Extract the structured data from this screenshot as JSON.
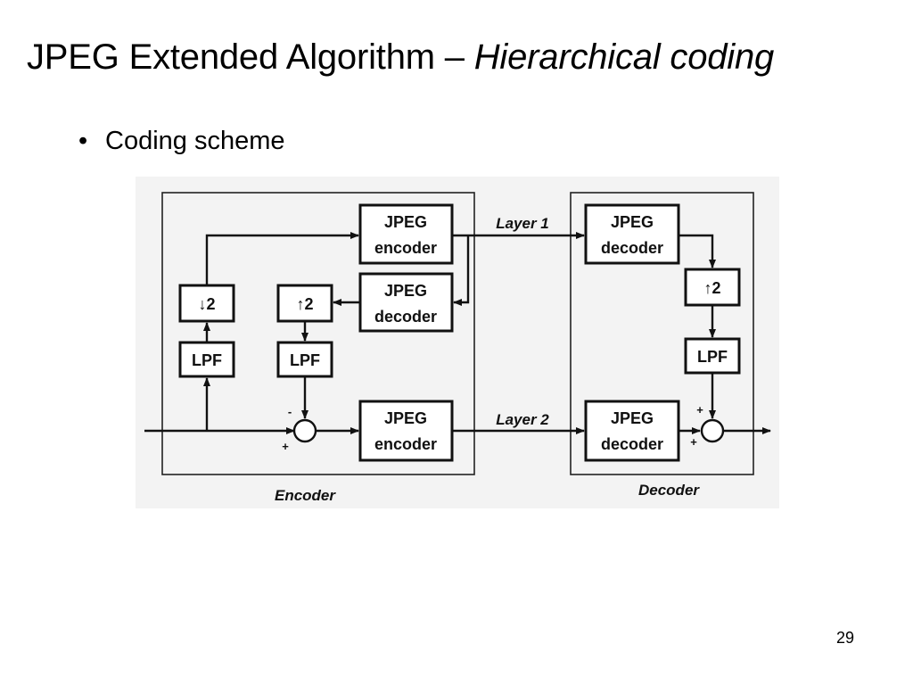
{
  "slide": {
    "title_plain": "JPEG Extended Algorithm – ",
    "title_italic": "Hierarchical coding",
    "bullet": "Coding scheme",
    "page_number": "29"
  },
  "diagram": {
    "encoder": {
      "caption": "Encoder",
      "jpeg_encoder_top": [
        "JPEG",
        "encoder"
      ],
      "jpeg_decoder": [
        "JPEG",
        "decoder"
      ],
      "jpeg_encoder_bottom": [
        "JPEG",
        "encoder"
      ],
      "downsample": "↓2",
      "upsample": "↑2",
      "lpf_left": "LPF",
      "lpf_right": "LPF",
      "sum_minus": "-",
      "sum_plus": "+"
    },
    "decoder": {
      "caption": "Decoder",
      "jpeg_decoder_top": [
        "JPEG",
        "decoder"
      ],
      "jpeg_decoder_bottom": [
        "JPEG",
        "decoder"
      ],
      "upsample": "↑2",
      "lpf": "LPF",
      "sum_plus_top": "+",
      "sum_plus_bottom": "+"
    },
    "layers": {
      "layer1": "Layer 1",
      "layer2": "Layer 2"
    }
  }
}
